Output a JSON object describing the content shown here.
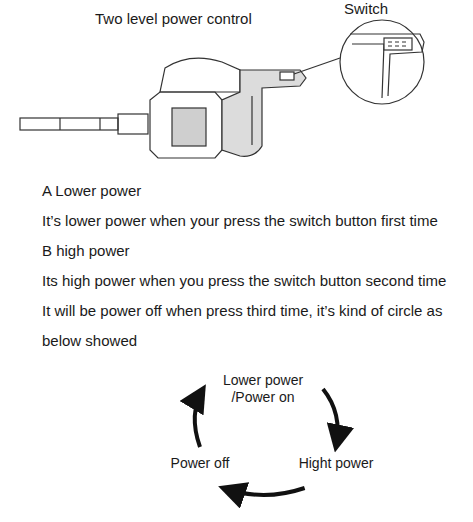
{
  "diagram": {
    "title": "Two level power control",
    "nodes": [
      {
        "text": [
          "Lower power /Power on"
        ]
      },
      {
        "text": [
          "Hight power"
        ]
      },
      {
        "text": [
          "Power off"
        ]
      }
    ],
    "edges": [
      {
        "from": 0,
        "to": 1,
        "arrow": "to"
      },
      {
        "from": 1,
        "to": 2,
        "arrow": "to"
      },
      {
        "from": 2,
        "to": 0,
        "arrow": "to"
      }
    ],
    "labels": [
      "Switch",
      "A Lower power",
      "It’s lower power when your press the switch button first time",
      "B high power",
      "Its high power when you press the switch button second time",
      "It will be power off when press third time, it’s kind of circle as below showed"
    ]
  }
}
